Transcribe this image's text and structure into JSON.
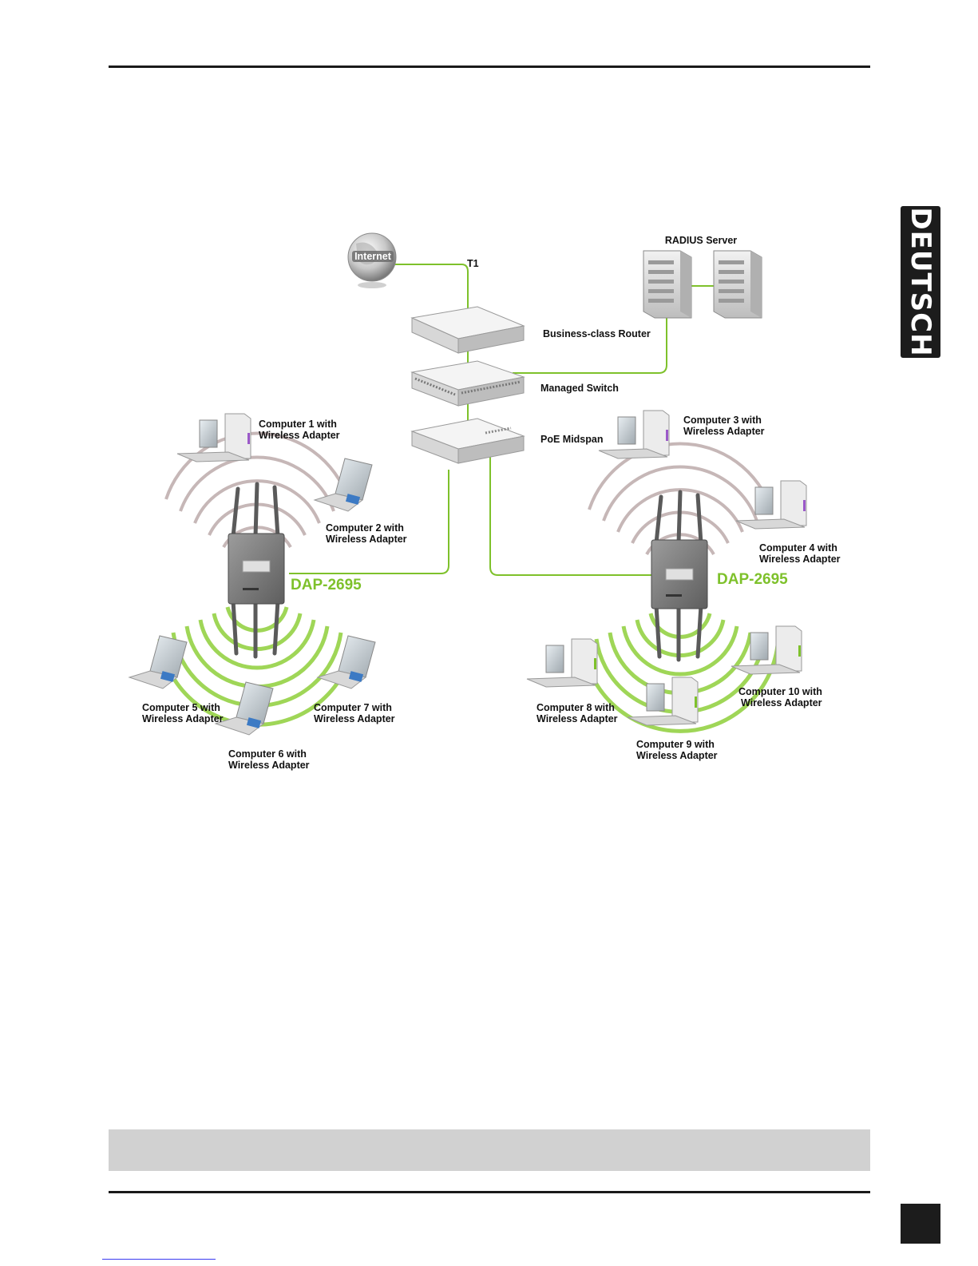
{
  "side_tab": {
    "label": "DEUTSCH"
  },
  "diagram": {
    "internet": "Internet",
    "t1": "T1",
    "radius_server": "RADIUS Server",
    "router": "Business-class Router",
    "switch": "Managed Switch",
    "midspan": "PoE Midspan",
    "ap_left": "DAP-2695",
    "ap_right": "DAP-2695",
    "computers": [
      [
        "Computer 1 with",
        "Wireless Adapter"
      ],
      [
        "Computer 2 with",
        "Wireless Adapter"
      ],
      [
        "Computer 3 with",
        "Wireless Adapter"
      ],
      [
        "Computer 4 with",
        "Wireless Adapter"
      ],
      [
        "Computer 5 with",
        "Wireless Adapter"
      ],
      [
        "Computer 6 with",
        "Wireless Adapter"
      ],
      [
        "Computer 7 with",
        "Wireless Adapter"
      ],
      [
        "Computer 8 with",
        "Wireless Adapter"
      ],
      [
        "Computer 9 with",
        "Wireless Adapter"
      ],
      [
        "Computer 10 with",
        "Wireless Adapter"
      ]
    ],
    "colors": {
      "link": "#7ec12b",
      "signal_green": "#8fcf3a",
      "signal_gray": "#b8a6a6"
    }
  }
}
